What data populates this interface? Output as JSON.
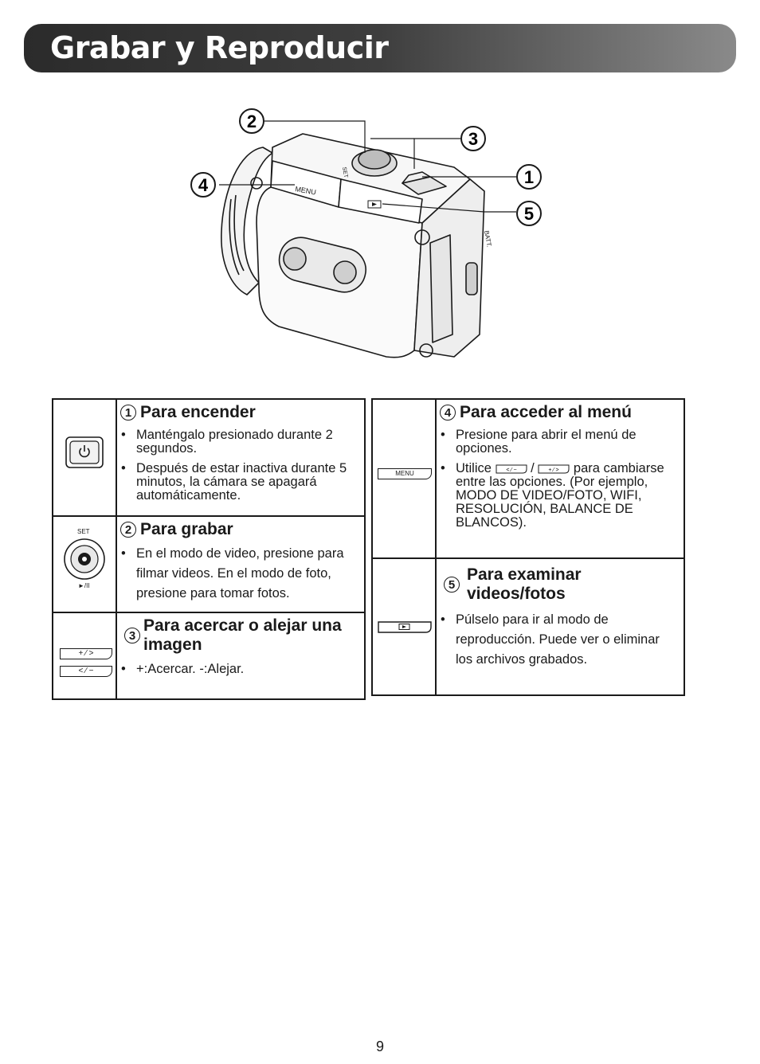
{
  "title": "Grabar y Reproducir",
  "figure": {
    "menu_label": "MENU",
    "set_label": "SET",
    "batt_label": "BATT.",
    "callouts": [
      "2",
      "3",
      "1",
      "4",
      "5"
    ]
  },
  "left_table": [
    {
      "num": "1",
      "heading": "Para encender",
      "bullets": [
        "Manténgalo presionado durante 2 segundos.",
        "Después de estar inactiva durante 5 minutos, la cámara se apagará automáticamente."
      ]
    },
    {
      "num": "2",
      "heading": "Para grabar",
      "icon_top_label": "SET",
      "icon_bottom_label": "►/II",
      "bullets": [
        "En el modo de video, presione para filmar videos. En el modo de foto, presione para tomar fotos."
      ]
    },
    {
      "num": "3",
      "heading": "Para acercar o alejar una imagen",
      "key_top": "+ ⁄ >",
      "key_bottom": "< ⁄ −",
      "bullets": [
        "+:Acercar. -:Alejar."
      ]
    }
  ],
  "right_table": [
    {
      "num": "4",
      "heading": "Para acceder al menú",
      "icon_label": "MENU",
      "bullets": [
        "Presione para abrir el menú de opciones."
      ],
      "bullet2_pre": "Utilice",
      "bullet2_sep": "/",
      "bullet2_post": "para cambiarse entre las opciones. (Por ejemplo, MODO DE VIDEO/FOTO, WIFI, RESOLUCIÓN, BALANCE DE BLANCOS)."
    },
    {
      "num": "5",
      "heading": "Para examinar videos/fotos",
      "bullets": [
        "Púlselo para ir al modo de reproducción. Puede ver o eliminar los archivos grabados."
      ]
    }
  ],
  "page_number": "9"
}
